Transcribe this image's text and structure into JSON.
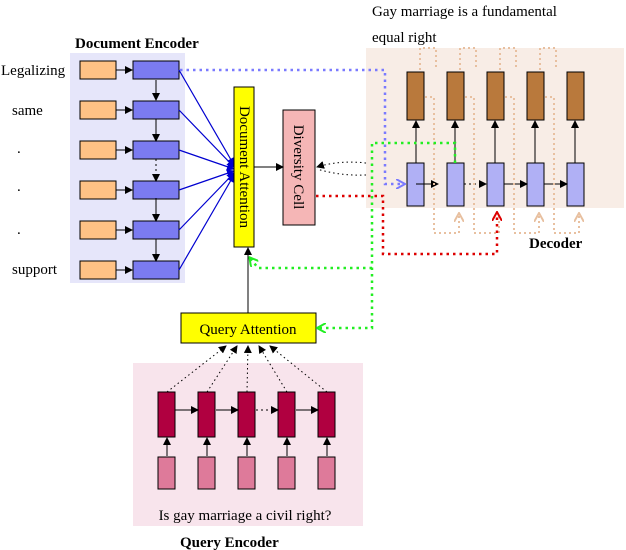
{
  "document_encoder": {
    "title": "Document Encoder",
    "inputs": [
      "Legalizing",
      "same",
      ".",
      ".",
      ".",
      "support"
    ]
  },
  "document_attention": {
    "label": "Document Attention"
  },
  "diversity_cell": {
    "label": "Diversity Cell"
  },
  "query_attention": {
    "label": "Query Attention"
  },
  "query_encoder": {
    "title": "Query Encoder",
    "query": "Is gay marriage a civil right?"
  },
  "decoder": {
    "title": "Decoder",
    "output_line1": "Gay marriage is a fundamental",
    "output_line2": "equal right"
  },
  "colors": {
    "doc_encoder_bg": "#e6e6fa",
    "input_box": "#ffc285",
    "encoder_cell": "#7b7bf0",
    "attention_box": "#ffff00",
    "diversity_cell": "#f5b6b6",
    "query_encoder_bg": "#f8e4ec",
    "query_cell": "#b00040",
    "query_input": "#de7a9a",
    "decoder_bg": "#f8ede6",
    "decoder_cell": "#b0b0f5",
    "decoder_output": "#b9793c",
    "arrow_blue": "#0000d0",
    "dotted_blue": "#7a7aff",
    "dotted_green": "#22ee22",
    "dotted_red": "#dd0000",
    "dotted_tan": "#e8c0a0"
  }
}
